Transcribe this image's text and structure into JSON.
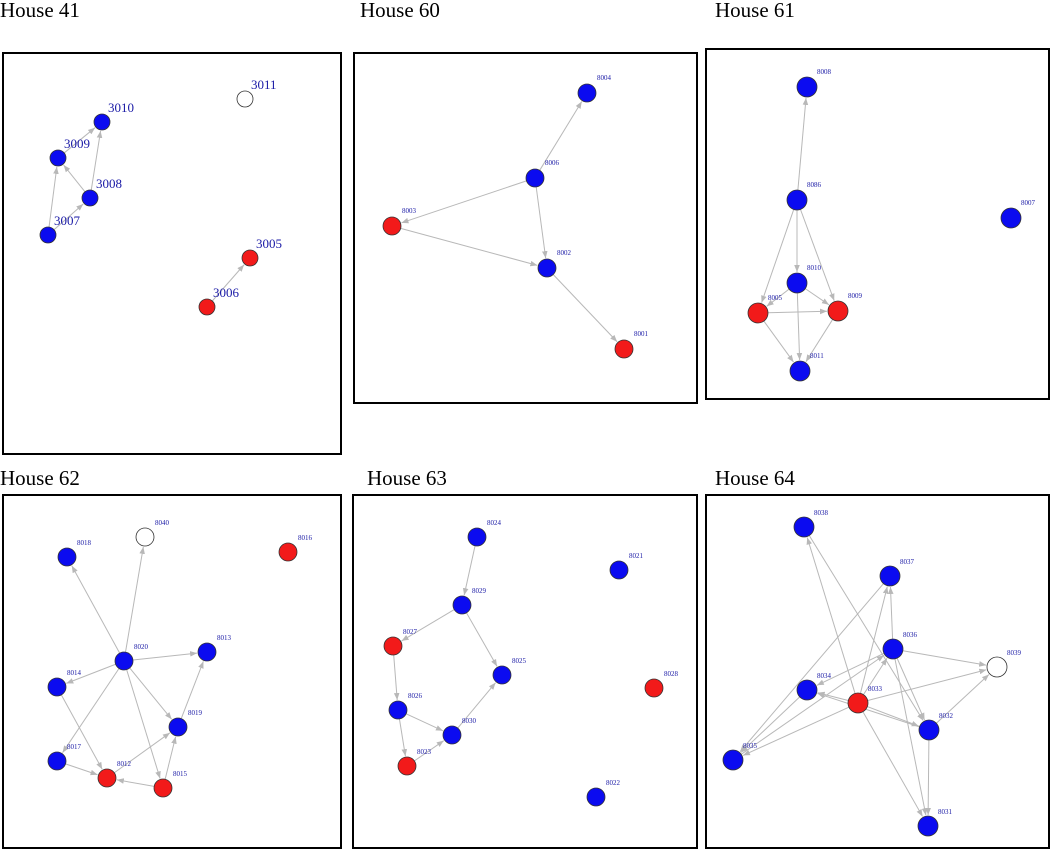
{
  "colors": {
    "blue": "#0b0bf0",
    "red": "#f21a1a",
    "white": "#ffffff",
    "edge": "#b8b8b8",
    "label": "#1a1aa6"
  },
  "panels": [
    {
      "title": "House 41",
      "nodes": [
        {
          "id": "3010",
          "color": "blue"
        },
        {
          "id": "3009",
          "color": "blue"
        },
        {
          "id": "3008",
          "color": "blue"
        },
        {
          "id": "3007",
          "color": "blue"
        },
        {
          "id": "3011",
          "color": "white"
        },
        {
          "id": "3005",
          "color": "red"
        },
        {
          "id": "3006",
          "color": "red"
        }
      ],
      "edges": [
        [
          "3009",
          "3010"
        ],
        [
          "3008",
          "3010"
        ],
        [
          "3008",
          "3009"
        ],
        [
          "3007",
          "3008"
        ],
        [
          "3007",
          "3009"
        ],
        [
          "3006",
          "3005"
        ]
      ]
    },
    {
      "title": "House 60",
      "nodes": [
        {
          "id": "8004",
          "color": "blue"
        },
        {
          "id": "8006",
          "color": "blue"
        },
        {
          "id": "8003",
          "color": "red"
        },
        {
          "id": "8002",
          "color": "blue"
        },
        {
          "id": "8001",
          "color": "red"
        }
      ],
      "edges": [
        [
          "8006",
          "8004"
        ],
        [
          "8006",
          "8003"
        ],
        [
          "8006",
          "8002"
        ],
        [
          "8003",
          "8002"
        ],
        [
          "8002",
          "8001"
        ]
      ]
    },
    {
      "title": "House 61",
      "nodes": [
        {
          "id": "8008",
          "color": "blue"
        },
        {
          "id": "8086",
          "color": "blue"
        },
        {
          "id": "8007",
          "color": "blue"
        },
        {
          "id": "8010",
          "color": "blue"
        },
        {
          "id": "8005",
          "color": "red"
        },
        {
          "id": "8009",
          "color": "red"
        },
        {
          "id": "8011",
          "color": "blue"
        }
      ],
      "edges": [
        [
          "8086",
          "8008"
        ],
        [
          "8086",
          "8010"
        ],
        [
          "8086",
          "8005"
        ],
        [
          "8086",
          "8009"
        ],
        [
          "8010",
          "8005"
        ],
        [
          "8010",
          "8009"
        ],
        [
          "8005",
          "8009"
        ],
        [
          "8005",
          "8011"
        ],
        [
          "8009",
          "8011"
        ],
        [
          "8010",
          "8011"
        ]
      ]
    },
    {
      "title": "House 62",
      "nodes": [
        {
          "id": "8018",
          "color": "blue"
        },
        {
          "id": "8040",
          "color": "white"
        },
        {
          "id": "8016",
          "color": "red"
        },
        {
          "id": "8013",
          "color": "blue"
        },
        {
          "id": "8020",
          "color": "blue"
        },
        {
          "id": "8014",
          "color": "blue"
        },
        {
          "id": "8019",
          "color": "blue"
        },
        {
          "id": "8017",
          "color": "blue"
        },
        {
          "id": "8012",
          "color": "red"
        },
        {
          "id": "8015",
          "color": "red"
        }
      ],
      "edges": [
        [
          "8020",
          "8018"
        ],
        [
          "8020",
          "8040"
        ],
        [
          "8020",
          "8013"
        ],
        [
          "8020",
          "8014"
        ],
        [
          "8020",
          "8019"
        ],
        [
          "8020",
          "8015"
        ],
        [
          "8020",
          "8017"
        ],
        [
          "8014",
          "8012"
        ],
        [
          "8017",
          "8012"
        ],
        [
          "8015",
          "8012"
        ],
        [
          "8012",
          "8019"
        ],
        [
          "8015",
          "8019"
        ],
        [
          "8019",
          "8013"
        ]
      ]
    },
    {
      "title": "House 63",
      "nodes": [
        {
          "id": "8024",
          "color": "blue"
        },
        {
          "id": "8021",
          "color": "blue"
        },
        {
          "id": "8029",
          "color": "blue"
        },
        {
          "id": "8027",
          "color": "red"
        },
        {
          "id": "8025",
          "color": "blue"
        },
        {
          "id": "8028",
          "color": "red"
        },
        {
          "id": "8026",
          "color": "blue"
        },
        {
          "id": "8030",
          "color": "blue"
        },
        {
          "id": "8023",
          "color": "red"
        },
        {
          "id": "8022",
          "color": "blue"
        }
      ],
      "edges": [
        [
          "8024",
          "8029"
        ],
        [
          "8029",
          "8027"
        ],
        [
          "8029",
          "8025"
        ],
        [
          "8027",
          "8026"
        ],
        [
          "8026",
          "8030"
        ],
        [
          "8030",
          "8025"
        ],
        [
          "8026",
          "8023"
        ],
        [
          "8023",
          "8030"
        ]
      ]
    },
    {
      "title": "House 64",
      "nodes": [
        {
          "id": "8038",
          "color": "blue"
        },
        {
          "id": "8037",
          "color": "blue"
        },
        {
          "id": "8036",
          "color": "blue"
        },
        {
          "id": "8039",
          "color": "white"
        },
        {
          "id": "8034",
          "color": "blue"
        },
        {
          "id": "8033",
          "color": "red"
        },
        {
          "id": "8032",
          "color": "blue"
        },
        {
          "id": "8035",
          "color": "blue"
        },
        {
          "id": "8031",
          "color": "blue"
        }
      ],
      "edges": [
        [
          "8033",
          "8038"
        ],
        [
          "8033",
          "8037"
        ],
        [
          "8033",
          "8036"
        ],
        [
          "8033",
          "8039"
        ],
        [
          "8033",
          "8034"
        ],
        [
          "8033",
          "8032"
        ],
        [
          "8033",
          "8035"
        ],
        [
          "8033",
          "8031"
        ],
        [
          "8036",
          "8037"
        ],
        [
          "8036",
          "8039"
        ],
        [
          "8036",
          "8034"
        ],
        [
          "8036",
          "8032"
        ],
        [
          "8036",
          "8031"
        ],
        [
          "8032",
          "8039"
        ],
        [
          "8032",
          "8031"
        ],
        [
          "8034",
          "8035"
        ],
        [
          "8032",
          "8034"
        ],
        [
          "8035",
          "8036"
        ],
        [
          "8038",
          "8032"
        ],
        [
          "8037",
          "8035"
        ]
      ]
    }
  ]
}
